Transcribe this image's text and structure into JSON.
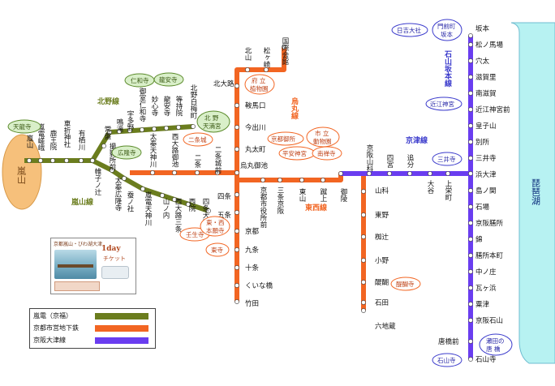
{
  "colors": {
    "randen": "#6b7d1e",
    "subway": "#f26522",
    "keihan": "#6a3df0",
    "lake": "#b7f2f2",
    "landmark_green": "#d9efc9",
    "landmark_green_border": "#5a8a2a",
    "landmark_orange_border": "#f26522",
    "landmark_blue_border": "#3b3bcc",
    "arashiyama_fill": "#f6c07b"
  },
  "lines": {
    "kitano_line": "北野線",
    "arashiyama_line": "嵐山線",
    "karasuma_line": "烏丸線",
    "tozai_line": "東西線",
    "keishin_line": "京津線",
    "ishiyama_sakamoto_line": "石山坂本線"
  },
  "areas": {
    "arashiyama": "嵐山",
    "biwako": "琵琶湖"
  },
  "stations": {
    "arashiyama": "嵐山",
    "randen_saga": "嵐電嵯峨",
    "rokuoin": "鹿王院",
    "kurumazaki": "車折神社",
    "arisugawa": "有栖川",
    "katabiranotsuji": "帷子ノ辻",
    "satsueijomae": "撮影所前",
    "tokiwa": "常盤",
    "narutaki": "鳴滝",
    "utano": "宇多野",
    "omuro_ninnaji": "御室仁和寺",
    "myoshinji": "妙心寺",
    "ryoanji": "龍安寺",
    "toujiin": "等持院",
    "kitano_hakubaicho": "北野白梅町",
    "uzumasa_koryuji": "太秦広隆寺",
    "kaikonoyashiro": "蚕ノ社",
    "randen_tenjingawa": "嵐電天神川",
    "yamanouchi": "山ノ内",
    "nishioji_sanjo": "西大路三条",
    "nishiin": "西院",
    "shijo_omiya": "四条大宮",
    "uzumasa_tenjingawa": "太秦天神川",
    "nishioji_oike": "西大路御池",
    "nijo": "二条",
    "nijojo_mae": "二条城前",
    "karasuma_oike": "烏丸御池",
    "kyoto_shiyakushomae": "京都市役所前",
    "sanjo_keihan": "三条京阪",
    "higashiyama": "東山",
    "keage": "蹴上",
    "misasagi": "御陵",
    "kyoto_yamashina": "京阪山科",
    "shinomiya": "四宮",
    "oiwake": "追分",
    "otani": "大谷",
    "kamisakaemachi": "上栄町",
    "hamaotsu": "浜大津",
    "kokusaikaikan": "国際会館",
    "matsugasaki": "松ヶ崎",
    "kitayama": "北山",
    "kitaoji": "北大路",
    "kuramaguchi": "鞍馬口",
    "imadegawa": "今出川",
    "marutamachi": "丸太町",
    "shijo": "四条",
    "gojo": "五条",
    "kyoto": "京都",
    "kujo": "九条",
    "jujo": "十条",
    "kuinabashi": "くいな橋",
    "takeda": "竹田",
    "yamashina": "山科",
    "higashino": "東野",
    "nagitsuji": "椥辻",
    "ono": "小野",
    "daigo": "醍醐",
    "ishida": "石田",
    "rokujizo": "六地蔵",
    "sakamoto": "坂本",
    "matsunobaba": "松ノ馬場",
    "anou": "穴太",
    "shigasato": "滋賀里",
    "minamishiga": "南滋賀",
    "omi_jingumae": "近江神宮前",
    "kojiyama": "皇子山",
    "bessho": "別所",
    "miidera": "三井寺",
    "shimanoseki": "島ノ関",
    "ishiba": "石場",
    "keihan_zeze": "京阪膳所",
    "nishiki": "錦",
    "zeze_honmachi": "膳所本町",
    "nakanosho": "中ノ庄",
    "gokanosho": "瓦ヶ浜",
    "awazu": "粟津",
    "keihan_ishiyama": "京阪石山",
    "karahashimae": "唐橋前",
    "ishiyamadera": "石山寺"
  },
  "landmarks": {
    "tenryuji": "天龍寺",
    "ninnaji": "仁和寺",
    "ryoanji_temple": "龍安寺",
    "kitano_tenmangu": "北 野 天満宮",
    "koryuji": "広隆寺",
    "nijojo": "二条城",
    "mibudera": "壬生寺",
    "higashi_nishi_honganji": "東・西 本願寺",
    "toji": "東寺",
    "botanical_garden": "府 立 植物園",
    "kyoto_gosho": "京都御所",
    "heian_jingu": "平安神宮",
    "zoo": "市 立 動物園",
    "nanzenji": "南禅寺",
    "daigoji": "醍醐寺",
    "hiyoshi_taisha": "日吉大社",
    "monzenmachi_sakamoto": "門前町 坂本",
    "omi_jingu": "近江神宮",
    "miidera_temple": "三井寺",
    "seta_karahashi": "瀬田の 唐 橋",
    "ishiyamadera_temple": "石山寺"
  },
  "legend": {
    "randen": "嵐電（京福）",
    "subway": "京都市営地下鉄",
    "keihan": "京阪大津線"
  },
  "ticket": {
    "title": "京都嵐山・びわ湖大津",
    "oneday": "1day",
    "ticket_word": "チケット"
  }
}
